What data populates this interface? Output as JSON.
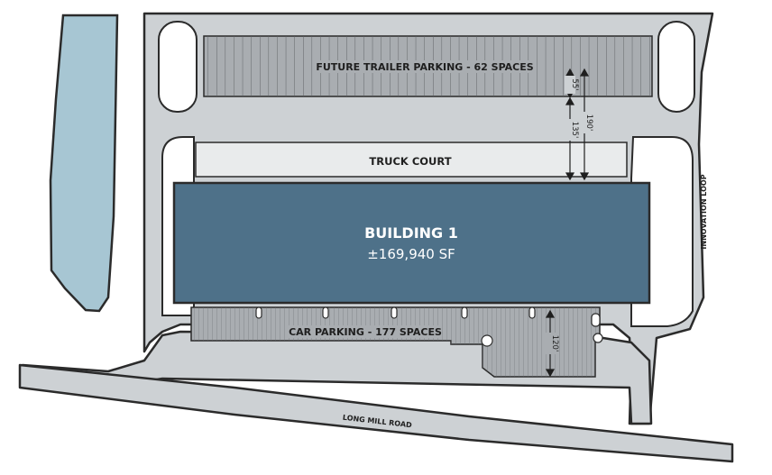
{
  "building": {
    "name": "BUILDING 1",
    "area": "±169,940 SF"
  },
  "labels": {
    "trailer_parking": "FUTURE TRAILER PARKING - 62 SPACES",
    "truck_court": "TRUCK COURT",
    "car_parking": "CAR PARKING - 177 SPACES",
    "road_south": "LONG MILL ROAD",
    "road_east": "INNOVATION LOOP"
  },
  "dimensions": {
    "d55": "55'",
    "d135": "135'",
    "d190": "190'",
    "d120": "120'"
  },
  "colors": {
    "pavement": "#cdd1d4",
    "outline": "#2b2b2b",
    "parking": "#a9adb1",
    "truck_court": "#e9ebec",
    "building": "#4e7189",
    "pond": "#a7c6d3"
  }
}
